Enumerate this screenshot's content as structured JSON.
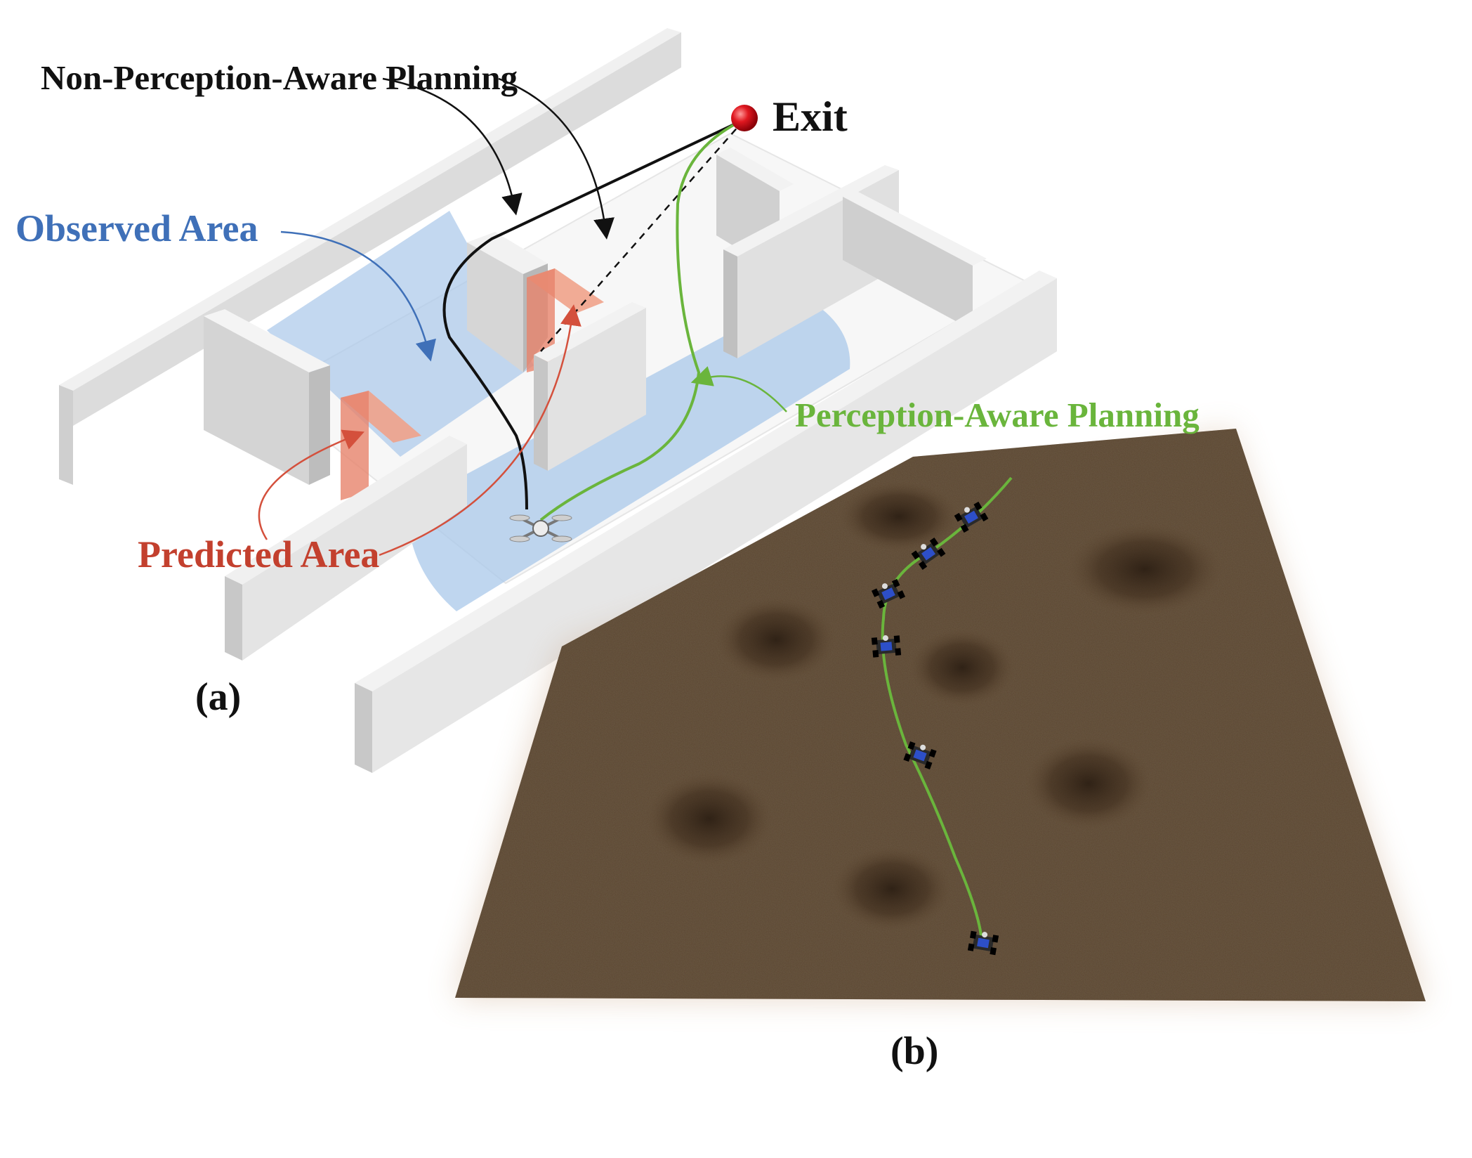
{
  "labels": {
    "non_perception_aware": "Non-Perception-Aware Planning",
    "exit": "Exit",
    "observed_area": "Observed Area",
    "perception_aware": "Perception-Aware Planning",
    "predicted_area": "Predicted Area",
    "panel_a": "(a)",
    "panel_b": "(b)"
  },
  "colors": {
    "observed_blue": "#3f70b8",
    "predicted_red": "#c3402e",
    "perception_green": "#6ab53c",
    "non_perception_black": "#111111",
    "exit_marker": "#d0121b",
    "terrain_brown": "#5c4630",
    "wall_gray": "#e4e4e4",
    "observed_fill": "#a9c8ea",
    "predicted_fill": "#f0a28a"
  },
  "icons": [
    "drone-icon",
    "rover-icon",
    "exit-marker"
  ]
}
